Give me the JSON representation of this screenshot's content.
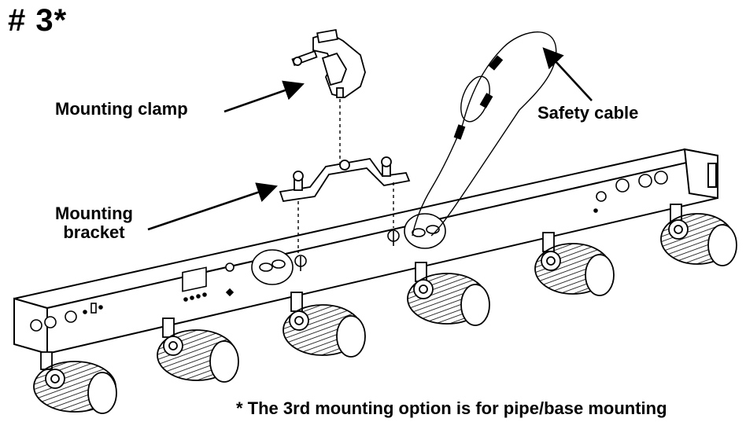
{
  "heading": "# 3*",
  "labels": {
    "mounting_clamp": "Mounting clamp",
    "safety_cable": "Safety cable",
    "mounting_bracket_line1": "Mounting",
    "mounting_bracket_line2": "bracket"
  },
  "footnote": "* The 3rd mounting option is for pipe/base mounting",
  "colors": {
    "ink": "#000000",
    "background": "#ffffff",
    "shade": "#d0d0d0"
  }
}
